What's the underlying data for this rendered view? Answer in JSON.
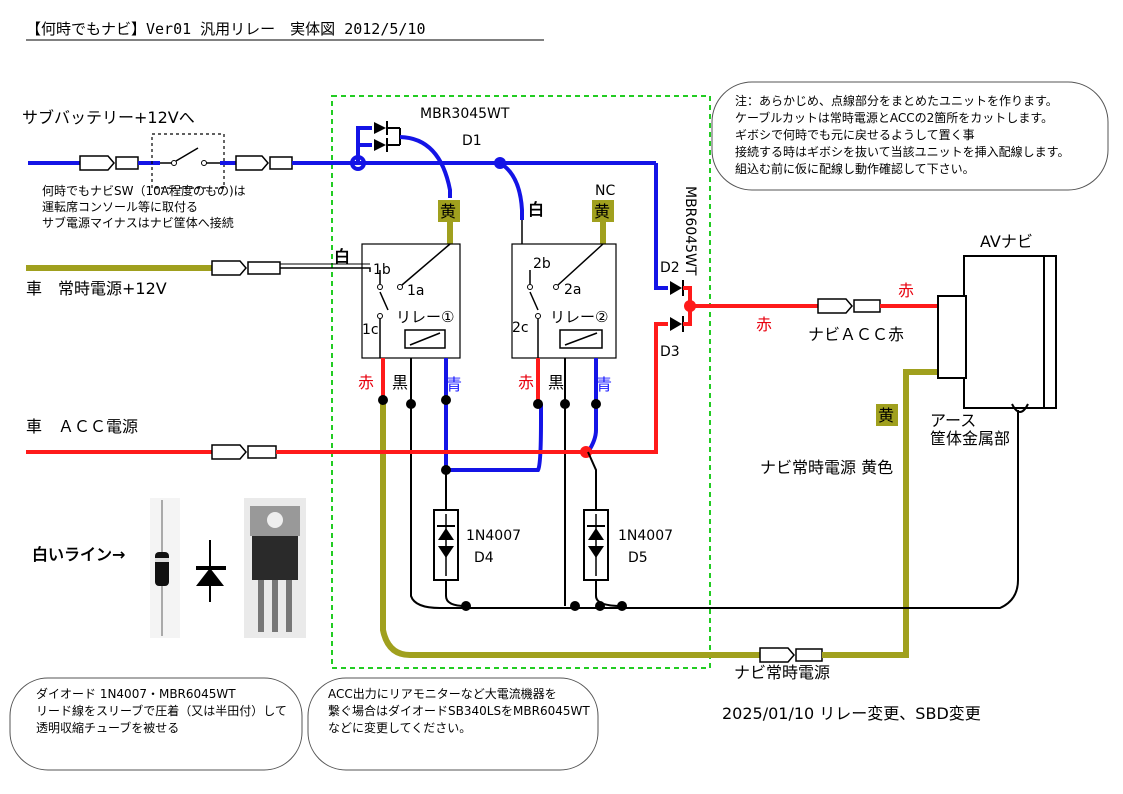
{
  "title": "【何時でもナビ】Ver01 汎用リレー　実体図 2012/5/10",
  "inputs": {
    "sub_battery": "サブバッテリー+12Vへ",
    "car_constant": "車　常時電源+12V",
    "car_acc": "車　ＡＣＣ電源"
  },
  "switch_notes": [
    "何時でもナビSW（10A程度のもの)は",
    "運転席コンソール等に取付る",
    "サブ電源マイナスはナビ筐体へ接続"
  ],
  "diodes": {
    "d1_part": "MBR3045WT",
    "d1": "D1",
    "d23_part": "MBR6045WT",
    "d2": "D2",
    "d3": "D3",
    "d4_part": "1N4007",
    "d4": "D4",
    "d5_part": "1N4007",
    "d5": "D5"
  },
  "relay1": {
    "name": "リレー①",
    "t1b": "1b",
    "t1a": "1a",
    "t1c": "1c"
  },
  "relay2": {
    "name": "リレー②",
    "t2b": "2b",
    "t2a": "2a",
    "t2c": "2c",
    "nc": "NC"
  },
  "wire_labels": {
    "yellow": "黄",
    "white": "白",
    "red": "赤",
    "black": "黒",
    "blue": "青"
  },
  "navi": {
    "device": "AVナビ",
    "acc_red": "ナビＡＣＣ赤",
    "ground_1": "アース",
    "ground_2": "筐体金属部",
    "constant_yellow": "ナビ常時電源 黄色",
    "constant": "ナビ常時電源"
  },
  "note_top": [
    "注：あらかじめ、点線部分をまとめたユニットを作ります。",
    "ケーブルカットは常時電源とACCの2箇所をカットします。",
    "ギボシで何時でも元に戻せるようして置く事",
    "接続する時はギボシを抜いて当該ユニットを挿入配線します。",
    "組込む前に仮に配線し動作確認して下さい。"
  ],
  "white_line_label": "白いライン→",
  "note_bottom_left": [
    "ダイオード 1N4007・MBR6045WT",
    "リード線をスリーブで圧着（又は半田付）して",
    "透明収縮チューブを被せる"
  ],
  "note_bottom_mid": [
    "ACC出力にリアモニターなど大電流機器を",
    "繋ぐ場合はダイオードSB340LSをMBR6045WT",
    "などに変更してください。"
  ],
  "revision": "2025/01/10 リレー変更、SBD変更",
  "colors": {
    "red": "#ff1a1a",
    "blue": "#1414e6",
    "yellow": "#a0a01e",
    "unit_border": "#22cc22"
  }
}
